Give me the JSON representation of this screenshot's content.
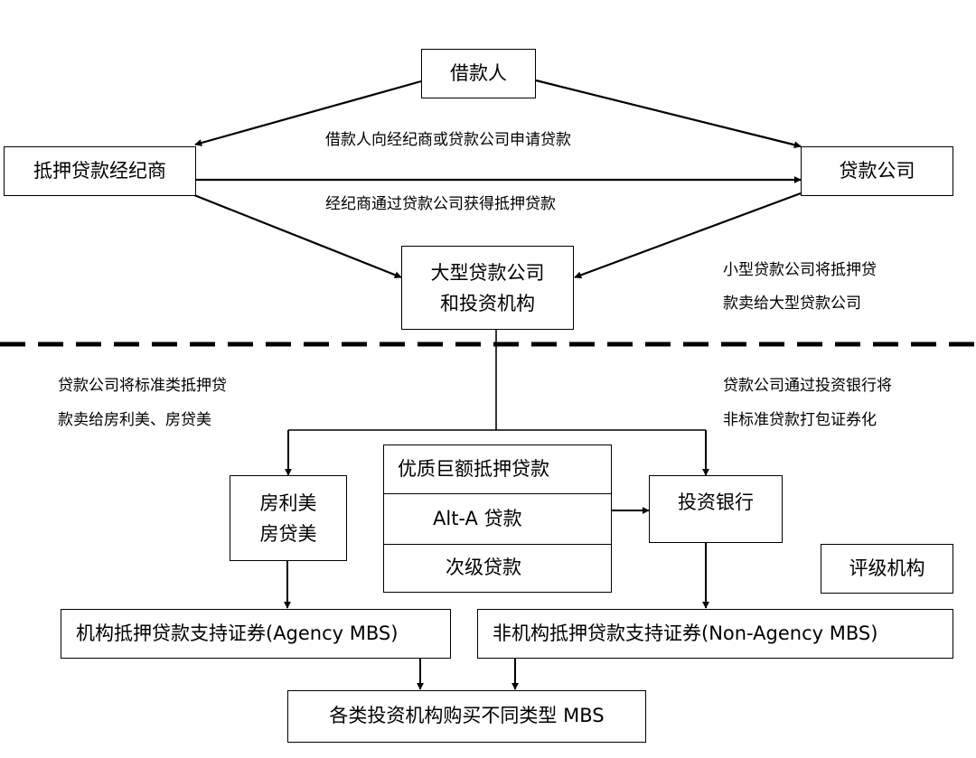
{
  "nodes": {
    "borrower": "借款人",
    "broker": "抵押贷款经纪商",
    "lender": "贷款公司",
    "large_lender_line1": "大型贷款公司",
    "large_lender_line2": "和投资机构",
    "gse_line1": "房利美",
    "gse_line2": "房贷美",
    "investment_bank": "投资银行",
    "rating_agency": "评级机构",
    "agency_mbs": "机构抵押贷款支持证券(Agency MBS)",
    "non_agency_mbs": "非机构抵押贷款支持证券(Non-Agency MBS)",
    "investors": "各类投资机构购买不同类型 MBS"
  },
  "loan_types": [
    "优质巨额抵押贷款",
    "Alt-A 贷款",
    "次级贷款"
  ],
  "annotations": {
    "apply_line": "借款人向经纪商或贷款公司申请贷款",
    "broker_obtain_line": "经纪商通过贷款公司获得抵押贷款",
    "small_sell_line1": "小型贷款公司将抵押贷",
    "small_sell_line2": "款卖给大型贷款公司",
    "standard_sell_line1": "贷款公司将标准类抵押贷",
    "standard_sell_line2": "款卖给房利美、房贷美",
    "bank_package_line1": "贷款公司通过投资银行将",
    "bank_package_line2": "非标准贷款打包证券化"
  }
}
